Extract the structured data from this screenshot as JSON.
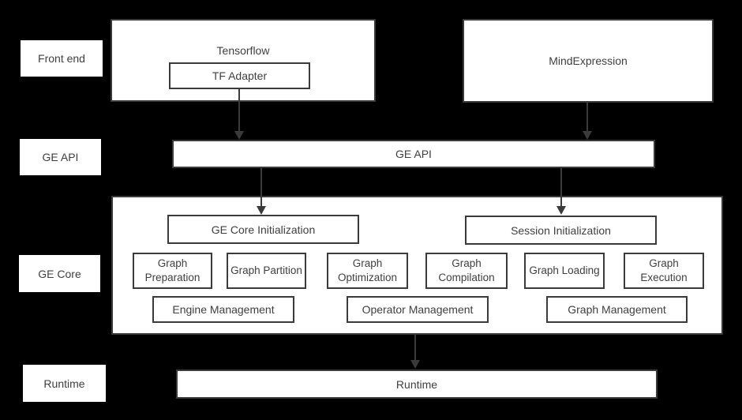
{
  "colors": {
    "background": "#000000",
    "box_fill": "#ffffff",
    "border": "#3a3a3a",
    "text": "#3f3f3f",
    "arrow": "#3a3a3a"
  },
  "side_labels": {
    "front_end": "Front end",
    "ge_api": "GE API",
    "ge_core": "GE Core",
    "runtime": "Runtime"
  },
  "front_end_layer": {
    "tensorflow_label": "Tensorflow",
    "tf_adapter_label": "TF Adapter",
    "mindexpression_label": "MindExpression"
  },
  "ge_api_layer": {
    "bar_label": "GE API"
  },
  "ge_core_layer": {
    "ge_core_initialization": "GE Core Initialization",
    "session_initialization": "Session Initialization",
    "modules": [
      "Graph Preparation",
      "Graph Partition",
      "Graph Optimization",
      "Graph Compilation",
      "Graph Loading",
      "Graph Execution"
    ],
    "managers": [
      "Engine Management",
      "Operator Management",
      "Graph Management"
    ]
  },
  "runtime_layer": {
    "bar_label": "Runtime"
  }
}
